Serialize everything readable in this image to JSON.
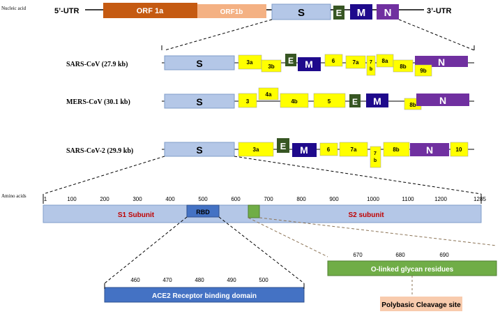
{
  "colors": {
    "orf1a": "#c55a11",
    "orf1b": "#f4b183",
    "spike": "#b4c7e7",
    "envelope": "#375623",
    "membrane": "#1f0a8c",
    "nucleocapsid": "#7030a0",
    "accessory": "#ffff00",
    "rbd": "#4472c4",
    "glycan": "#70ad47",
    "cleavage": "#f8cbad",
    "subunit_text": "#c00000",
    "line": "#000000"
  },
  "genome": {
    "nucleic_acid_label": "Nucleic acid",
    "utr5": "5’-UTR",
    "utr3": "3’-UTR",
    "orf1a": "ORF 1a",
    "orf1b": "ORF1b",
    "s": "S",
    "e": "E",
    "m": "M",
    "n": "N"
  },
  "sars_cov": {
    "label": "SARS-CoV (27.9 kb)",
    "s": "S",
    "g3a": "3a",
    "g3b": "3b",
    "e": "E",
    "m": "M",
    "g6": "6",
    "g7a": "7a",
    "g7b": "7\nb",
    "g8a": "8a",
    "g8b": "8b",
    "g9b": "9b",
    "n": "N"
  },
  "mers_cov": {
    "label": "MERS-CoV (30.1 kb)",
    "s": "S",
    "g3": "3",
    "g4a": "4a",
    "g4b": "4b",
    "g5": "5",
    "e": "E",
    "m": "M",
    "g8b": "8b",
    "n": "N"
  },
  "sars_cov_2": {
    "label": "SARS-CoV-2 (29.9 kb)",
    "s": "S",
    "g3a": "3a",
    "e": "E",
    "m": "M",
    "g6": "6",
    "g7a": "7a",
    "g7b": "7\nb",
    "g8b": "8b",
    "n": "N",
    "g10": "10"
  },
  "spike_protein": {
    "amino_acids_label": "Amino acids",
    "ticks": [
      "1",
      "100",
      "200",
      "300",
      "400",
      "500",
      "600",
      "700",
      "800",
      "900",
      "1000",
      "1100",
      "1200",
      "1285"
    ],
    "s1": "S1 Subunit",
    "rbd": "RBD",
    "s2": "S2 subunit"
  },
  "rbd_detail": {
    "ticks": [
      "460",
      "470",
      "480",
      "490",
      "500"
    ],
    "label": "ACE2 Receptor binding domain"
  },
  "glycan_detail": {
    "ticks": [
      "670",
      "680",
      "690"
    ],
    "label": "O-linked glycan residues",
    "cleavage": "Polybasic Cleavage site"
  }
}
